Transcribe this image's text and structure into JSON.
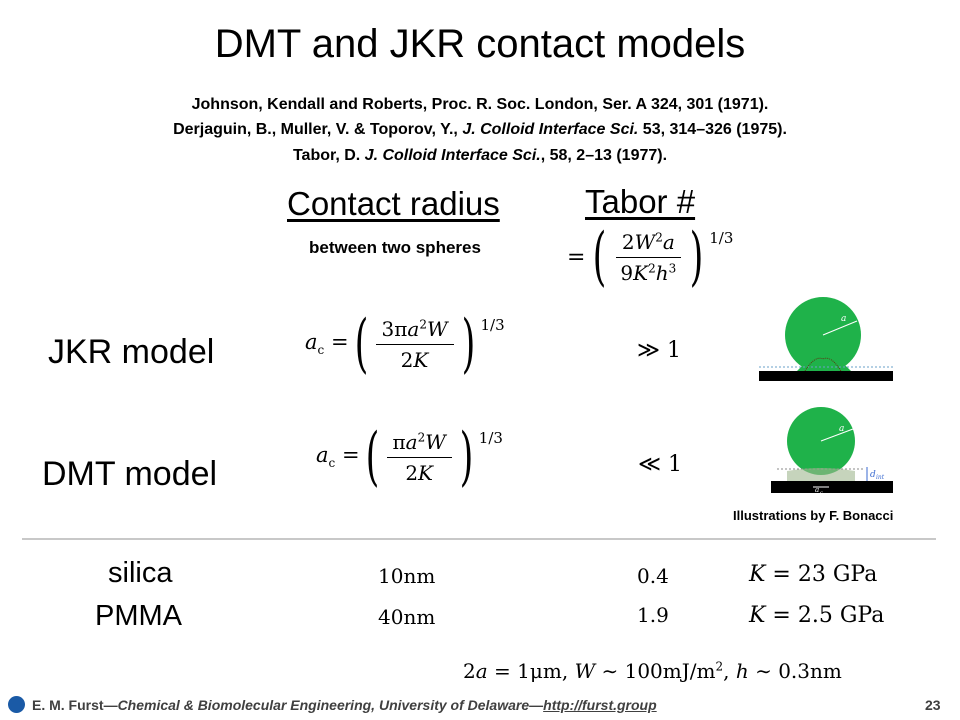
{
  "slide": {
    "title": "DMT and JKR contact models",
    "references": {
      "r1": "Johnson, Kendall and Roberts, Proc. R. Soc. London, Ser.  A 324, 301 (1971).",
      "r2_authors": "Derjaguin, B., Muller, V. & Toporov, Y., ",
      "r2_journal": "J. Colloid Interface Sci.",
      "r2_rest": " 53, 314–326 (1975).",
      "r3_authors": "Tabor, D. ",
      "r3_journal": "J. Colloid Interface Sci.",
      "r3_rest": ", 58, 2–13 (1977)."
    },
    "columns": {
      "contact_radius": "Contact radius",
      "contact_radius_sub": "between two spheres",
      "tabor": "Tabor #"
    },
    "models": {
      "jkr_label": "JKR model",
      "jkr_comparison": "≫ 1",
      "dmt_label": "DMT model",
      "dmt_comparison": "≪ 1"
    },
    "figure": {
      "credit": "Illustrations by F. Bonacci",
      "radius_label": "a",
      "contact_label": "a",
      "contact_sub": "c",
      "distance_label": "d",
      "distance_sub": "int",
      "sphere_color": "#1fb24a",
      "substrate_color": "#000000"
    },
    "materials": {
      "silica": {
        "name": "silica",
        "radius": "10nm",
        "tabor": "0.4",
        "modulus": "23 GPa"
      },
      "pmma": {
        "name": "PMMA",
        "radius": "40nm",
        "tabor": "1.9",
        "modulus": "2.5 GPa"
      }
    },
    "parameters": {
      "diameter": "1μm",
      "work": "100mJ/m",
      "gap": "0.3nm"
    },
    "footer": {
      "author": "E. M. Furst",
      "affiliation": "Chemical & Biomolecular Engineering, University of Delaware",
      "link": "http://furst.group",
      "page": "23"
    }
  }
}
